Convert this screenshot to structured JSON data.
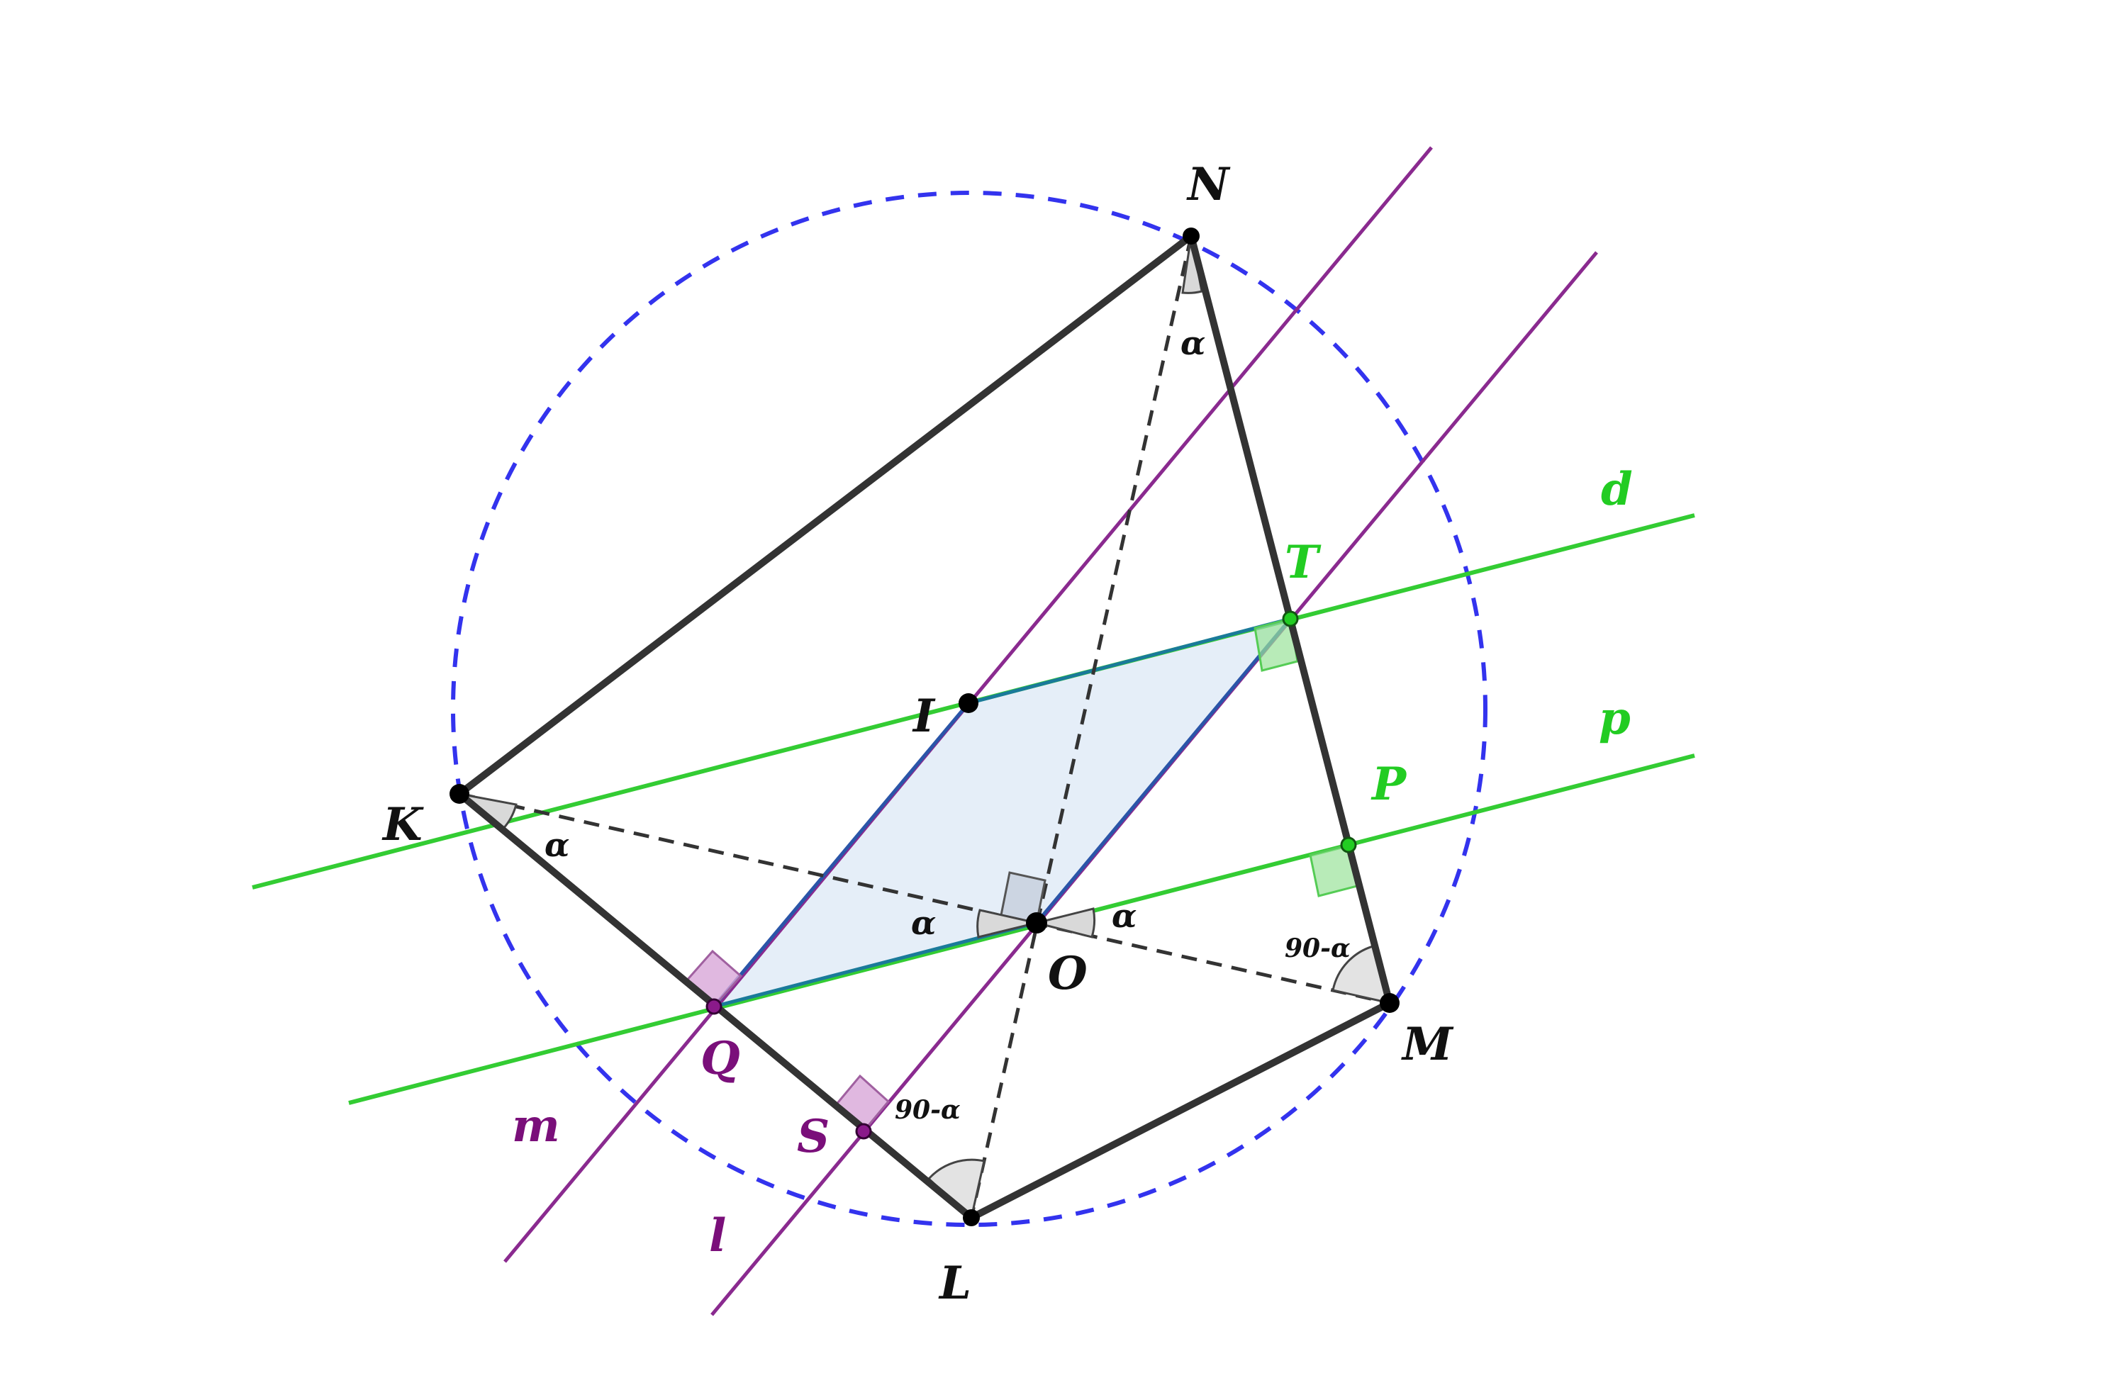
{
  "labels": {
    "N": "N",
    "K": "K",
    "L": "L",
    "M": "M",
    "O": "O",
    "I": "I",
    "T": "T",
    "P": "P",
    "Q": "Q",
    "S": "S",
    "line_d": "d",
    "line_p": "p",
    "line_m": "m",
    "line_l": "l",
    "alpha_N": "α",
    "alpha_K": "α",
    "alpha_O_left": "α",
    "alpha_O_right": "α",
    "angle_M": "90-α",
    "angle_S": "90-α"
  },
  "colors": {
    "circle": "#3333ee",
    "triangle": "#333333",
    "green_lines": "#33cc33",
    "purple_lines": "#8a2a8f",
    "parallelogram_fill": "#dce8f6",
    "parallelogram_edge": "#1a7a9a",
    "right_angle_green": "#9ae39a",
    "right_angle_purple": "#d8a6d8",
    "angle_fill": "#d9d9d9"
  }
}
